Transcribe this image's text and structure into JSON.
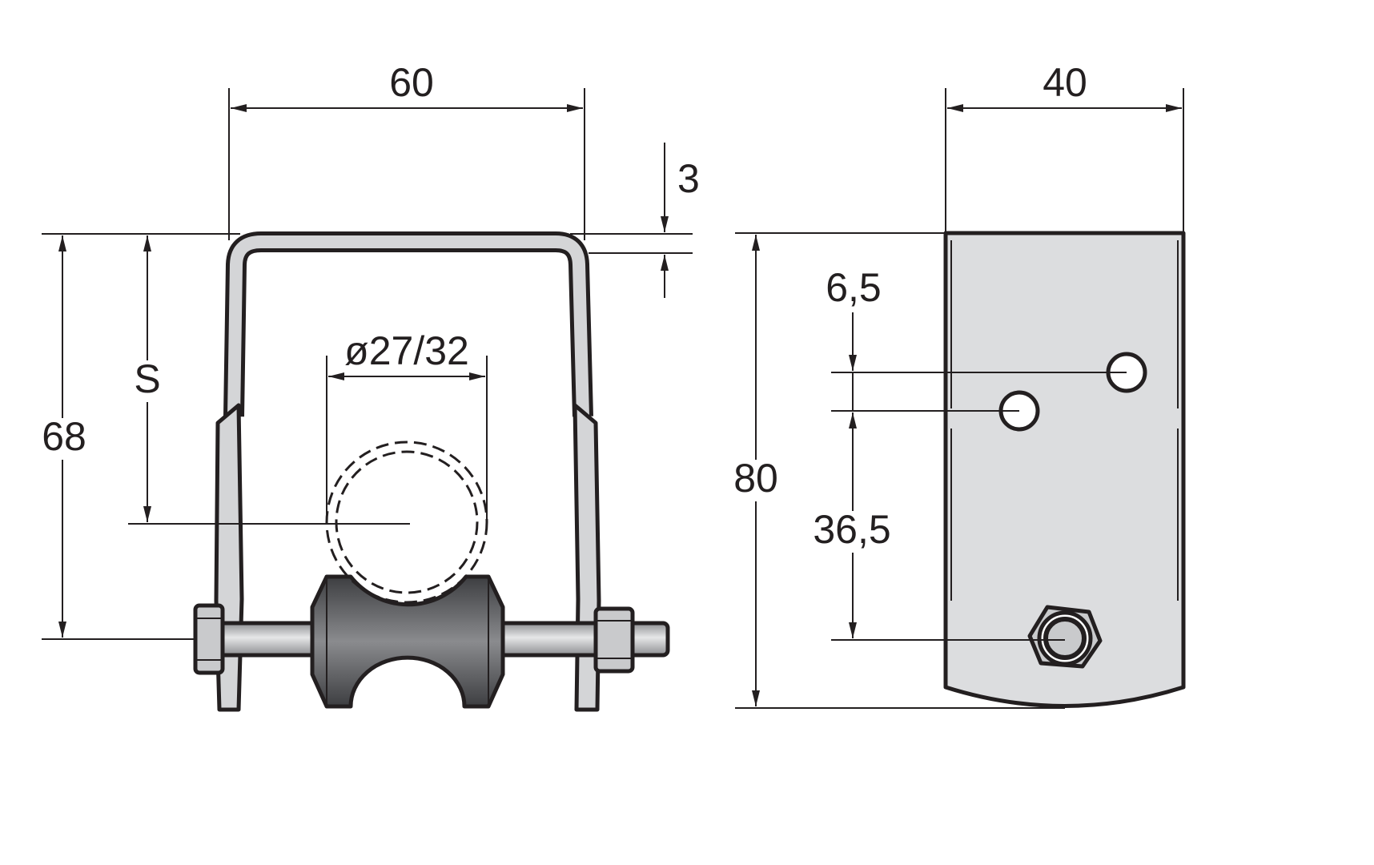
{
  "front_view": {
    "width_label": "60",
    "thickness_label": "3",
    "height_label": "68",
    "s_label": "S",
    "pipe_diameter_label": "ø27/32"
  },
  "side_view": {
    "width_label": "40",
    "hole_spacing_label": "6,5",
    "height_label": "80",
    "bolt_offset_label": "36,5"
  },
  "colors": {
    "metal": "#d4d5d7",
    "roller": "#55565a",
    "line": "#231f20"
  }
}
